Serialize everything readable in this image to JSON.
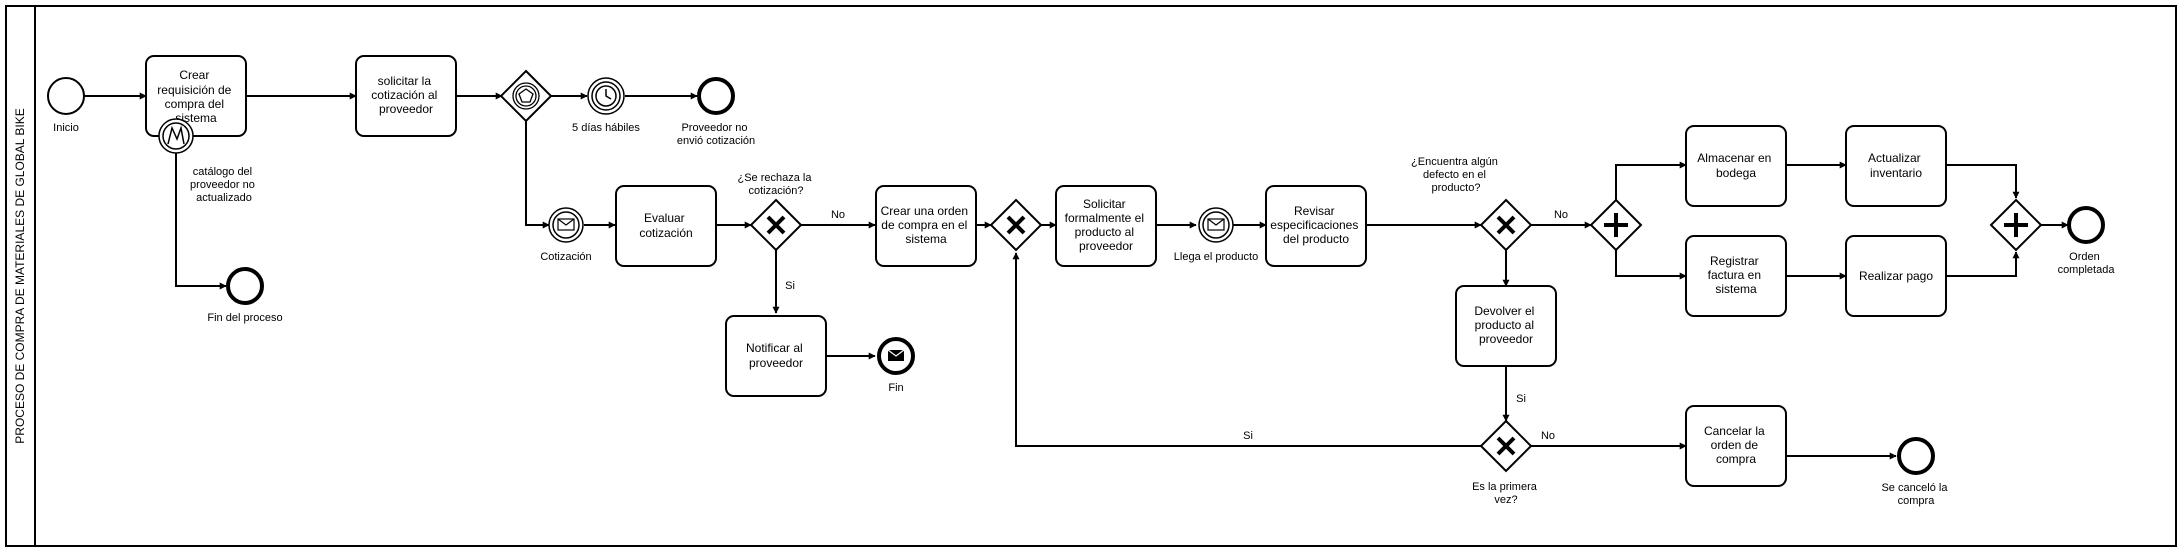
{
  "pool": {
    "label": "PROCESO DE COMPRA DE MATERIALES DE GLOBAL BIKE"
  },
  "tasks": {
    "t1": [
      "Crear",
      "requisición de",
      "compra del",
      "sistema"
    ],
    "t2": [
      "solicitar la",
      "cotización al",
      "proveedor"
    ],
    "t3": [
      "Evaluar",
      "cotización"
    ],
    "t4": [
      "Notificar al",
      "proveedor"
    ],
    "t5": [
      "Crear una orden",
      "de compra en el",
      "sistema"
    ],
    "t6": [
      "Solicitar",
      "formalmente el",
      "producto al",
      "proveedor"
    ],
    "t7": [
      "Revisar",
      "especificaciones",
      "del producto"
    ],
    "t8": [
      "Almacenar en",
      "bodega"
    ],
    "t9": [
      "Actualizar",
      "inventario"
    ],
    "t10": [
      "Registrar",
      "factura en",
      "sistema"
    ],
    "t11": [
      "Realizar pago"
    ],
    "t12": [
      "Devolver el",
      "producto al",
      "proveedor"
    ],
    "t13": [
      "Cancelar la",
      "orden de",
      "compra"
    ]
  },
  "events": {
    "inicio": [
      "Inicio"
    ],
    "catalogo": [
      "catálogo del",
      "proveedor no",
      "actualizado"
    ],
    "fin_proceso": [
      "Fin del proceso"
    ],
    "dias": [
      "5 días hábiles"
    ],
    "prov_no_envio": [
      "Proveedor no",
      "envió cotización"
    ],
    "cotizacion": [
      "Cotización"
    ],
    "fin": [
      "Fin"
    ],
    "llega": [
      "Llega el producto"
    ],
    "orden_completada": [
      "Orden",
      "completada"
    ],
    "se_cancelo": [
      "Se canceló la",
      "compra"
    ]
  },
  "gateways": {
    "rechaza": [
      "¿Se rechaza la",
      "cotización?"
    ],
    "defecto": [
      "¿Encuentra algún",
      "defecto en el",
      "producto?"
    ],
    "primera": [
      "Es la primera",
      "vez?"
    ]
  },
  "flow_labels": {
    "no1": "No",
    "si1": "Si",
    "no2": "No",
    "si2": "Si",
    "si3": "Si",
    "no3": "No"
  }
}
